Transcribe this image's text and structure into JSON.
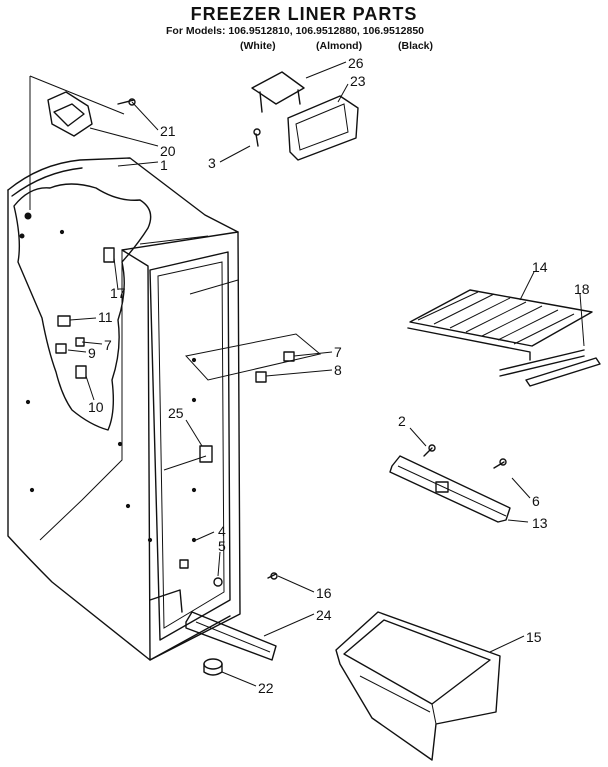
{
  "header": {
    "title": "FREEZER LINER PARTS",
    "models_line": "For Models: 106.9512810, 106.9512880, 106.9512850",
    "variants": [
      "(White)",
      "(Almond)",
      "(Black)"
    ]
  },
  "callouts": [
    "1",
    "2",
    "3",
    "4",
    "5",
    "6",
    "7",
    "7",
    "8",
    "9",
    "10",
    "11",
    "13",
    "14",
    "15",
    "16",
    "17",
    "18",
    "20",
    "21",
    "22",
    "23",
    "24",
    "25",
    "26"
  ]
}
